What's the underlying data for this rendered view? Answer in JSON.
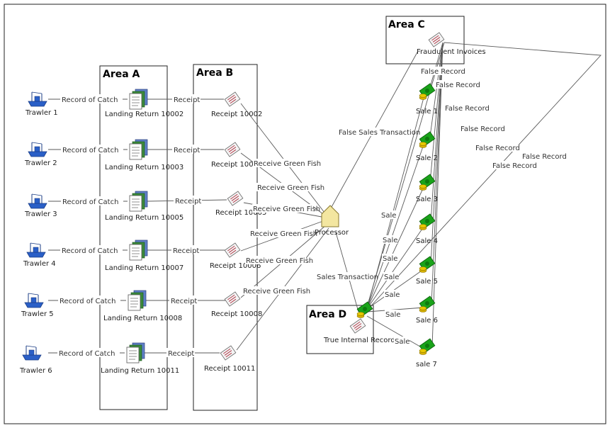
{
  "areas": {
    "a": "Area A",
    "b": "Area B",
    "c": "Area C",
    "d": "Area D"
  },
  "nodes": {
    "trawlers": [
      "Trawler 1",
      "Trawler 2",
      "Trawler 3",
      "Trawler 4",
      "Trawler 5",
      "Trawler 6"
    ],
    "landing_returns": [
      "Landing Return 10002",
      "Landing Return 10003",
      "Landing Return 10005",
      "Landing Return 10007",
      "Landing Return 10008",
      "Landing Return 10011"
    ],
    "receipts": [
      "Receipt 10002",
      "Receipt 10003",
      "Receipt 10005",
      "Receipt 10006",
      "Receipt 10008",
      "Receipt 10011"
    ],
    "processor": "Processor",
    "fraudulent_invoices": "Fraudulent Invoices",
    "true_internal_records": "True Internal Records",
    "sales": [
      "Sale 1",
      "Sale 2",
      "Sale 3",
      "Sale 4",
      "Sale 5",
      "Sale 6",
      "sale 7"
    ]
  },
  "edge_labels": {
    "record_of_catch": "Record of Catch",
    "receipt": "Receipt",
    "receive_green_fish": "Receive Green Fish",
    "false_sales_transaction": "False Sales Transaction",
    "sales_transaction": "Sales Transaction",
    "false_record": "False Record",
    "sale": "Sale"
  },
  "colors": {
    "trawler": "#2a5fc7",
    "document": "#3b8a3b",
    "receipt": "#b03a48",
    "processor": "#f3e6a0",
    "money": "#1aa31a",
    "coin": "#d9b400",
    "line": "#5a5a5a"
  }
}
